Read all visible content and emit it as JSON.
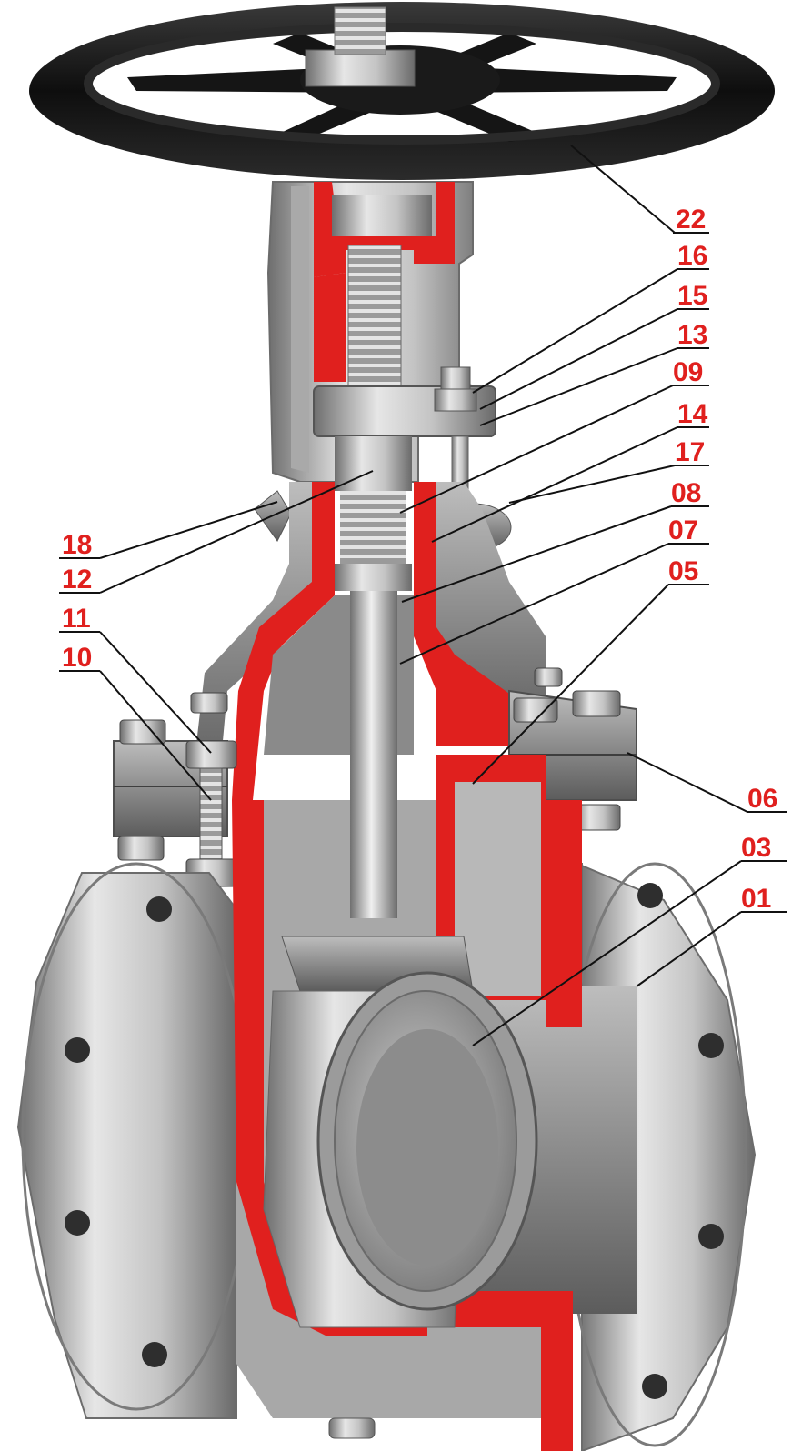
{
  "diagram": {
    "subject": "gate valve cutaway",
    "colors": {
      "callout_text": "#e0201e",
      "leader": "#111111",
      "section_cut": "#e0201e",
      "metal_light": "#d8d8d8",
      "metal_mid": "#9e9e9e",
      "metal_dark": "#5a5a5a",
      "handwheel": "#1a1a1a"
    },
    "callouts": [
      {
        "id": "22",
        "label": "22"
      },
      {
        "id": "16",
        "label": "16"
      },
      {
        "id": "15",
        "label": "15"
      },
      {
        "id": "13",
        "label": "13"
      },
      {
        "id": "09",
        "label": "09"
      },
      {
        "id": "14",
        "label": "14"
      },
      {
        "id": "17",
        "label": "17"
      },
      {
        "id": "08",
        "label": "08"
      },
      {
        "id": "07",
        "label": "07"
      },
      {
        "id": "05",
        "label": "05"
      },
      {
        "id": "06",
        "label": "06"
      },
      {
        "id": "03",
        "label": "03"
      },
      {
        "id": "01",
        "label": "01"
      },
      {
        "id": "18",
        "label": "18"
      },
      {
        "id": "12",
        "label": "12"
      },
      {
        "id": "11",
        "label": "11"
      },
      {
        "id": "10",
        "label": "10"
      }
    ]
  }
}
